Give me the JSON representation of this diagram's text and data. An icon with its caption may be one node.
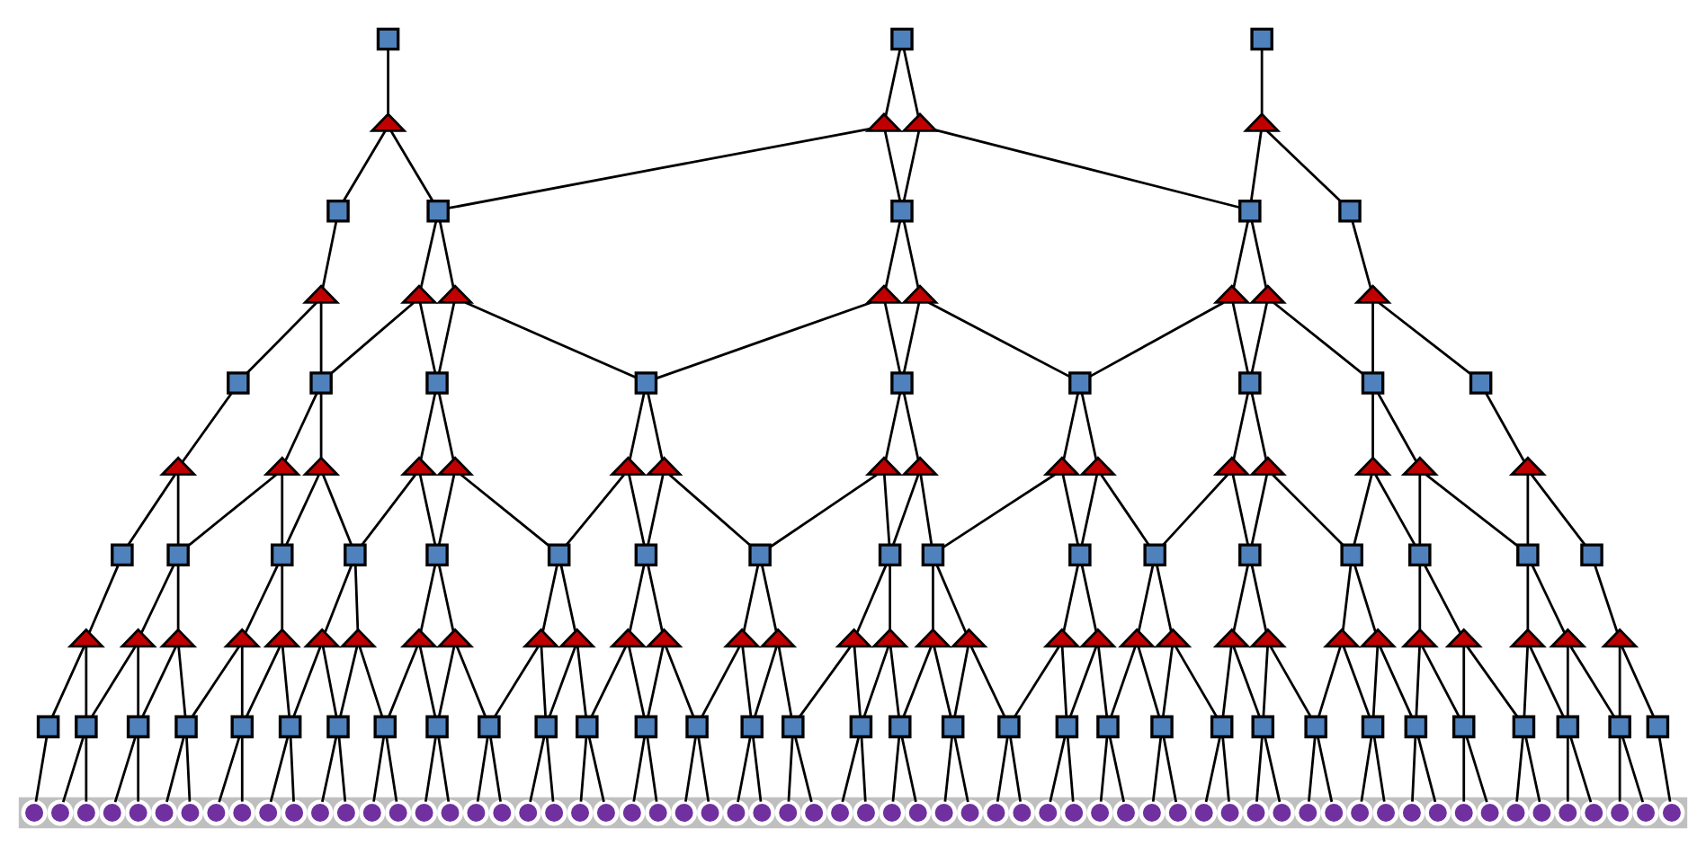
{
  "diagram": {
    "nodes": [
      {
        "text": [],
        "shape": "box"
      },
      {
        "text": [],
        "shape": "box"
      },
      {
        "text": [],
        "shape": "box"
      },
      {
        "text": [],
        "shape": "triangle"
      },
      {
        "text": [],
        "shape": "triangle"
      },
      {
        "text": [],
        "shape": "triangle"
      },
      {
        "text": [],
        "shape": "triangle"
      },
      {
        "text": [],
        "shape": "box"
      },
      {
        "text": [],
        "shape": "box"
      },
      {
        "text": [],
        "shape": "box"
      },
      {
        "text": [],
        "shape": "box"
      },
      {
        "text": [],
        "shape": "box"
      },
      {
        "text": [],
        "shape": "triangle"
      },
      {
        "text": [],
        "shape": "triangle"
      },
      {
        "text": [],
        "shape": "triangle"
      },
      {
        "text": [],
        "shape": "triangle"
      },
      {
        "text": [],
        "shape": "triangle"
      },
      {
        "text": [],
        "shape": "triangle"
      },
      {
        "text": [],
        "shape": "triangle"
      },
      {
        "text": [],
        "shape": "triangle"
      },
      {
        "text": [],
        "shape": "box"
      },
      {
        "text": [],
        "shape": "box"
      },
      {
        "text": [],
        "shape": "box"
      },
      {
        "text": [],
        "shape": "box"
      },
      {
        "text": [],
        "shape": "box"
      },
      {
        "text": [],
        "shape": "box"
      },
      {
        "text": [],
        "shape": "box"
      },
      {
        "text": [],
        "shape": "box"
      },
      {
        "text": [],
        "shape": "box"
      },
      {
        "text": [],
        "shape": "triangle"
      },
      {
        "text": [],
        "shape": "triangle"
      },
      {
        "text": [],
        "shape": "triangle"
      },
      {
        "text": [],
        "shape": "triangle"
      },
      {
        "text": [],
        "shape": "triangle"
      },
      {
        "text": [],
        "shape": "triangle"
      },
      {
        "text": [],
        "shape": "triangle"
      },
      {
        "text": [],
        "shape": "triangle"
      },
      {
        "text": [],
        "shape": "triangle"
      },
      {
        "text": [],
        "shape": "triangle"
      },
      {
        "text": [],
        "shape": "triangle"
      },
      {
        "text": [],
        "shape": "triangle"
      },
      {
        "text": [],
        "shape": "triangle"
      },
      {
        "text": [],
        "shape": "triangle"
      },
      {
        "text": [],
        "shape": "triangle"
      },
      {
        "text": [],
        "shape": "triangle"
      },
      {
        "text": [],
        "shape": "box"
      },
      {
        "text": [],
        "shape": "box"
      },
      {
        "text": [],
        "shape": "box"
      },
      {
        "text": [],
        "shape": "box"
      },
      {
        "text": [],
        "shape": "box"
      },
      {
        "text": [],
        "shape": "box"
      },
      {
        "text": [],
        "shape": "box"
      },
      {
        "text": [],
        "shape": "box"
      },
      {
        "text": [],
        "shape": "box"
      },
      {
        "text": [],
        "shape": "box"
      },
      {
        "text": [],
        "shape": "box"
      },
      {
        "text": [],
        "shape": "box"
      },
      {
        "text": [],
        "shape": "box"
      },
      {
        "text": [],
        "shape": "box"
      },
      {
        "text": [],
        "shape": "box"
      },
      {
        "text": [],
        "shape": "box"
      },
      {
        "text": [],
        "shape": "box"
      },
      {
        "text": [],
        "shape": "triangle"
      },
      {
        "text": [],
        "shape": "triangle"
      },
      {
        "text": [],
        "shape": "triangle"
      },
      {
        "text": [],
        "shape": "triangle"
      },
      {
        "text": [],
        "shape": "triangle"
      },
      {
        "text": [],
        "shape": "triangle"
      },
      {
        "text": [],
        "shape": "triangle"
      },
      {
        "text": [],
        "shape": "triangle"
      },
      {
        "text": [],
        "shape": "triangle"
      },
      {
        "text": [],
        "shape": "triangle"
      },
      {
        "text": [],
        "shape": "triangle"
      },
      {
        "text": [],
        "shape": "triangle"
      },
      {
        "text": [],
        "shape": "triangle"
      },
      {
        "text": [],
        "shape": "triangle"
      },
      {
        "text": [],
        "shape": "triangle"
      },
      {
        "text": [],
        "shape": "triangle"
      },
      {
        "text": [],
        "shape": "triangle"
      },
      {
        "text": [],
        "shape": "triangle"
      },
      {
        "text": [],
        "shape": "triangle"
      },
      {
        "text": [],
        "shape": "triangle"
      },
      {
        "text": [],
        "shape": "triangle"
      },
      {
        "text": [],
        "shape": "triangle"
      },
      {
        "text": [],
        "shape": "triangle"
      },
      {
        "text": [],
        "shape": "triangle"
      },
      {
        "text": [],
        "shape": "triangle"
      },
      {
        "text": [],
        "shape": "triangle"
      },
      {
        "text": [],
        "shape": "triangle"
      },
      {
        "text": [],
        "shape": "triangle"
      },
      {
        "text": [],
        "shape": "triangle"
      },
      {
        "text": [],
        "shape": "triangle"
      },
      {
        "text": [],
        "shape": "triangle"
      },
      {
        "text": [],
        "shape": "triangle"
      },
      {
        "text": [],
        "shape": "box"
      },
      {
        "text": [],
        "shape": "box"
      },
      {
        "text": [],
        "shape": "box"
      },
      {
        "text": [],
        "shape": "box"
      },
      {
        "text": [],
        "shape": "box"
      },
      {
        "text": [],
        "shape": "box"
      },
      {
        "text": [],
        "shape": "box"
      },
      {
        "text": [],
        "shape": "box"
      },
      {
        "text": [],
        "shape": "box"
      },
      {
        "text": [],
        "shape": "box"
      },
      {
        "text": [],
        "shape": "box"
      },
      {
        "text": [],
        "shape": "box"
      },
      {
        "text": [],
        "shape": "box"
      },
      {
        "text": [],
        "shape": "box"
      },
      {
        "text": [],
        "shape": "box"
      },
      {
        "text": [],
        "shape": "box"
      },
      {
        "text": [],
        "shape": "box"
      },
      {
        "text": [],
        "shape": "box"
      },
      {
        "text": [],
        "shape": "box"
      },
      {
        "text": [],
        "shape": "box"
      },
      {
        "text": [],
        "shape": "box"
      },
      {
        "text": [],
        "shape": "box"
      },
      {
        "text": [],
        "shape": "box"
      },
      {
        "text": [],
        "shape": "box"
      },
      {
        "text": [],
        "shape": "box"
      },
      {
        "text": [],
        "shape": "box"
      },
      {
        "text": [],
        "shape": "box"
      },
      {
        "text": [],
        "shape": "box"
      },
      {
        "text": [],
        "shape": "box"
      },
      {
        "text": [],
        "shape": "box"
      },
      {
        "text": [],
        "shape": "box"
      },
      {
        "text": [],
        "shape": "box"
      },
      {
        "text": [],
        "shape": "box"
      },
      {
        "text": [],
        "shape": "bar"
      },
      {
        "text": [],
        "shape": "circle",
        "in": 127
      },
      {
        "text": [],
        "shape": "circle",
        "in": 127
      },
      {
        "text": [],
        "shape": "circle",
        "in": 127
      },
      {
        "text": [],
        "shape": "circle",
        "in": 127
      },
      {
        "text": [],
        "shape": "circle",
        "in": 127
      },
      {
        "text": [],
        "shape": "circle",
        "in": 127
      },
      {
        "text": [],
        "shape": "circle",
        "in": 127
      },
      {
        "text": [],
        "shape": "circle",
        "in": 127
      },
      {
        "text": [],
        "shape": "circle",
        "in": 127
      },
      {
        "text": [],
        "shape": "circle",
        "in": 127
      },
      {
        "text": [],
        "shape": "circle",
        "in": 127
      },
      {
        "text": [],
        "shape": "circle",
        "in": 127
      },
      {
        "text": [],
        "shape": "circle",
        "in": 127
      },
      {
        "text": [],
        "shape": "circle",
        "in": 127
      },
      {
        "text": [],
        "shape": "circle",
        "in": 127
      },
      {
        "text": [],
        "shape": "circle",
        "in": 127
      },
      {
        "text": [],
        "shape": "circle",
        "in": 127
      },
      {
        "text": [],
        "shape": "circle",
        "in": 127
      },
      {
        "text": [],
        "shape": "circle",
        "in": 127
      },
      {
        "text": [],
        "shape": "circle",
        "in": 127
      },
      {
        "text": [],
        "shape": "circle",
        "in": 127
      },
      {
        "text": [],
        "shape": "circle",
        "in": 127
      },
      {
        "text": [],
        "shape": "circle",
        "in": 127
      },
      {
        "text": [],
        "shape": "circle",
        "in": 127
      },
      {
        "text": [],
        "shape": "circle",
        "in": 127
      },
      {
        "text": [],
        "shape": "circle",
        "in": 127
      },
      {
        "text": [],
        "shape": "circle",
        "in": 127
      },
      {
        "text": [],
        "shape": "circle",
        "in": 127
      },
      {
        "text": [],
        "shape": "circle",
        "in": 127
      },
      {
        "text": [],
        "shape": "circle",
        "in": 127
      },
      {
        "text": [],
        "shape": "circle",
        "in": 127
      },
      {
        "text": [],
        "shape": "circle",
        "in": 127
      },
      {
        "text": [],
        "shape": "circle",
        "in": 127
      },
      {
        "text": [],
        "shape": "circle",
        "in": 127
      },
      {
        "text": [],
        "shape": "circle",
        "in": 127
      },
      {
        "text": [],
        "shape": "circle",
        "in": 127
      },
      {
        "text": [],
        "shape": "circle",
        "in": 127
      },
      {
        "text": [],
        "shape": "circle",
        "in": 127
      },
      {
        "text": [],
        "shape": "circle",
        "in": 127
      },
      {
        "text": [],
        "shape": "circle",
        "in": 127
      },
      {
        "text": [],
        "shape": "circle",
        "in": 127
      },
      {
        "text": [],
        "shape": "circle",
        "in": 127
      },
      {
        "text": [],
        "shape": "circle",
        "in": 127
      },
      {
        "text": [],
        "shape": "circle",
        "in": 127
      },
      {
        "text": [],
        "shape": "circle",
        "in": 127
      },
      {
        "text": [],
        "shape": "circle",
        "in": 127
      },
      {
        "text": [],
        "shape": "circle",
        "in": 127
      },
      {
        "text": [],
        "shape": "circle",
        "in": 127
      },
      {
        "text": [],
        "shape": "circle",
        "in": 127
      },
      {
        "text": [],
        "shape": "circle",
        "in": 127
      },
      {
        "text": [],
        "shape": "circle",
        "in": 127
      },
      {
        "text": [],
        "shape": "circle",
        "in": 127
      },
      {
        "text": [],
        "shape": "circle",
        "in": 127
      },
      {
        "text": [],
        "shape": "circle",
        "in": 127
      },
      {
        "text": [],
        "shape": "circle",
        "in": 127
      },
      {
        "text": [],
        "shape": "circle",
        "in": 127
      },
      {
        "text": [],
        "shape": "circle",
        "in": 127
      },
      {
        "text": [],
        "shape": "circle",
        "in": 127
      },
      {
        "text": [],
        "shape": "circle",
        "in": 127
      },
      {
        "text": [],
        "shape": "circle",
        "in": 127
      },
      {
        "text": [],
        "shape": "circle",
        "in": 127
      },
      {
        "text": [],
        "shape": "circle",
        "in": 127
      },
      {
        "text": [],
        "shape": "circle",
        "in": 127
      },
      {
        "text": [],
        "shape": "circle",
        "in": 127
      }
    ],
    "edges": [
      {
        "from": 0,
        "to": 3,
        "arrow": "none"
      },
      {
        "from": 3,
        "to": 7,
        "arrow": "none"
      },
      {
        "from": 3,
        "to": 8,
        "arrow": "none"
      },
      {
        "from": 1,
        "to": 4,
        "arrow": "none"
      },
      {
        "from": 4,
        "to": 8,
        "arrow": "none"
      },
      {
        "from": 4,
        "to": 9,
        "arrow": "none"
      },
      {
        "from": 1,
        "to": 5,
        "arrow": "none"
      },
      {
        "from": 5,
        "to": 9,
        "arrow": "none"
      },
      {
        "from": 5,
        "to": 10,
        "arrow": "none"
      },
      {
        "from": 2,
        "to": 6,
        "arrow": "none"
      },
      {
        "from": 6,
        "to": 10,
        "arrow": "none"
      },
      {
        "from": 6,
        "to": 11,
        "arrow": "none"
      },
      {
        "from": 7,
        "to": 12,
        "arrow": "none"
      },
      {
        "from": 12,
        "to": 20,
        "arrow": "none"
      },
      {
        "from": 12,
        "to": 21,
        "arrow": "none"
      },
      {
        "from": 8,
        "to": 13,
        "arrow": "none"
      },
      {
        "from": 13,
        "to": 21,
        "arrow": "none"
      },
      {
        "from": 13,
        "to": 22,
        "arrow": "none"
      },
      {
        "from": 8,
        "to": 14,
        "arrow": "none"
      },
      {
        "from": 14,
        "to": 22,
        "arrow": "none"
      },
      {
        "from": 14,
        "to": 23,
        "arrow": "none"
      },
      {
        "from": 9,
        "to": 15,
        "arrow": "none"
      },
      {
        "from": 15,
        "to": 23,
        "arrow": "none"
      },
      {
        "from": 15,
        "to": 24,
        "arrow": "none"
      },
      {
        "from": 9,
        "to": 16,
        "arrow": "none"
      },
      {
        "from": 16,
        "to": 24,
        "arrow": "none"
      },
      {
        "from": 16,
        "to": 25,
        "arrow": "none"
      },
      {
        "from": 10,
        "to": 17,
        "arrow": "none"
      },
      {
        "from": 17,
        "to": 25,
        "arrow": "none"
      },
      {
        "from": 17,
        "to": 26,
        "arrow": "none"
      },
      {
        "from": 10,
        "to": 18,
        "arrow": "none"
      },
      {
        "from": 18,
        "to": 26,
        "arrow": "none"
      },
      {
        "from": 18,
        "to": 27,
        "arrow": "none"
      },
      {
        "from": 11,
        "to": 19,
        "arrow": "none"
      },
      {
        "from": 19,
        "to": 27,
        "arrow": "none"
      },
      {
        "from": 19,
        "to": 28,
        "arrow": "none"
      },
      {
        "from": 20,
        "to": 29,
        "arrow": "none"
      },
      {
        "from": 29,
        "to": 45,
        "arrow": "none"
      },
      {
        "from": 29,
        "to": 46,
        "arrow": "none"
      },
      {
        "from": 21,
        "to": 30,
        "arrow": "none"
      },
      {
        "from": 30,
        "to": 46,
        "arrow": "none"
      },
      {
        "from": 30,
        "to": 47,
        "arrow": "none"
      },
      {
        "from": 21,
        "to": 31,
        "arrow": "none"
      },
      {
        "from": 31,
        "to": 47,
        "arrow": "none"
      },
      {
        "from": 31,
        "to": 48,
        "arrow": "none"
      },
      {
        "from": 22,
        "to": 32,
        "arrow": "none"
      },
      {
        "from": 32,
        "to": 48,
        "arrow": "none"
      },
      {
        "from": 32,
        "to": 49,
        "arrow": "none"
      },
      {
        "from": 22,
        "to": 33,
        "arrow": "none"
      },
      {
        "from": 33,
        "to": 49,
        "arrow": "none"
      },
      {
        "from": 33,
        "to": 50,
        "arrow": "none"
      },
      {
        "from": 23,
        "to": 34,
        "arrow": "none"
      },
      {
        "from": 34,
        "to": 50,
        "arrow": "none"
      },
      {
        "from": 34,
        "to": 51,
        "arrow": "none"
      },
      {
        "from": 23,
        "to": 35,
        "arrow": "none"
      },
      {
        "from": 35,
        "to": 51,
        "arrow": "none"
      },
      {
        "from": 35,
        "to": 52,
        "arrow": "none"
      },
      {
        "from": 24,
        "to": 36,
        "arrow": "none"
      },
      {
        "from": 36,
        "to": 52,
        "arrow": "none"
      },
      {
        "from": 36,
        "to": 53,
        "arrow": "none"
      },
      {
        "from": 24,
        "to": 37,
        "arrow": "none"
      },
      {
        "from": 37,
        "to": 53,
        "arrow": "none"
      },
      {
        "from": 37,
        "to": 54,
        "arrow": "none"
      },
      {
        "from": 25,
        "to": 38,
        "arrow": "none"
      },
      {
        "from": 38,
        "to": 54,
        "arrow": "none"
      },
      {
        "from": 38,
        "to": 55,
        "arrow": "none"
      },
      {
        "from": 25,
        "to": 39,
        "arrow": "none"
      },
      {
        "from": 39,
        "to": 55,
        "arrow": "none"
      },
      {
        "from": 39,
        "to": 56,
        "arrow": "none"
      },
      {
        "from": 26,
        "to": 40,
        "arrow": "none"
      },
      {
        "from": 40,
        "to": 56,
        "arrow": "none"
      },
      {
        "from": 40,
        "to": 57,
        "arrow": "none"
      },
      {
        "from": 26,
        "to": 41,
        "arrow": "none"
      },
      {
        "from": 41,
        "to": 57,
        "arrow": "none"
      },
      {
        "from": 41,
        "to": 58,
        "arrow": "none"
      },
      {
        "from": 27,
        "to": 42,
        "arrow": "none"
      },
      {
        "from": 42,
        "to": 58,
        "arrow": "none"
      },
      {
        "from": 42,
        "to": 59,
        "arrow": "none"
      },
      {
        "from": 27,
        "to": 43,
        "arrow": "none"
      },
      {
        "from": 43,
        "to": 59,
        "arrow": "none"
      },
      {
        "from": 43,
        "to": 60,
        "arrow": "none"
      },
      {
        "from": 28,
        "to": 44,
        "arrow": "none"
      },
      {
        "from": 44,
        "to": 60,
        "arrow": "none"
      },
      {
        "from": 44,
        "to": 61,
        "arrow": "none"
      },
      {
        "from": 45,
        "to": 62,
        "arrow": "none"
      },
      {
        "from": 62,
        "to": 94,
        "arrow": "none"
      },
      {
        "from": 62,
        "to": 95,
        "arrow": "none"
      },
      {
        "from": 46,
        "to": 63,
        "arrow": "none"
      },
      {
        "from": 63,
        "to": 95,
        "arrow": "none"
      },
      {
        "from": 63,
        "to": 96,
        "arrow": "none"
      },
      {
        "from": 46,
        "to": 64,
        "arrow": "none"
      },
      {
        "from": 64,
        "to": 96,
        "arrow": "none"
      },
      {
        "from": 64,
        "to": 97,
        "arrow": "none"
      },
      {
        "from": 47,
        "to": 65,
        "arrow": "none"
      },
      {
        "from": 65,
        "to": 97,
        "arrow": "none"
      },
      {
        "from": 65,
        "to": 98,
        "arrow": "none"
      },
      {
        "from": 47,
        "to": 66,
        "arrow": "none"
      },
      {
        "from": 66,
        "to": 98,
        "arrow": "none"
      },
      {
        "from": 66,
        "to": 99,
        "arrow": "none"
      },
      {
        "from": 48,
        "to": 67,
        "arrow": "none"
      },
      {
        "from": 67,
        "to": 99,
        "arrow": "none"
      },
      {
        "from": 67,
        "to": 100,
        "arrow": "none"
      },
      {
        "from": 48,
        "to": 68,
        "arrow": "none"
      },
      {
        "from": 68,
        "to": 100,
        "arrow": "none"
      },
      {
        "from": 68,
        "to": 101,
        "arrow": "none"
      },
      {
        "from": 49,
        "to": 69,
        "arrow": "none"
      },
      {
        "from": 69,
        "to": 101,
        "arrow": "none"
      },
      {
        "from": 69,
        "to": 102,
        "arrow": "none"
      },
      {
        "from": 49,
        "to": 70,
        "arrow": "none"
      },
      {
        "from": 70,
        "to": 102,
        "arrow": "none"
      },
      {
        "from": 70,
        "to": 103,
        "arrow": "none"
      },
      {
        "from": 50,
        "to": 71,
        "arrow": "none"
      },
      {
        "from": 71,
        "to": 103,
        "arrow": "none"
      },
      {
        "from": 71,
        "to": 104,
        "arrow": "none"
      },
      {
        "from": 50,
        "to": 72,
        "arrow": "none"
      },
      {
        "from": 72,
        "to": 104,
        "arrow": "none"
      },
      {
        "from": 72,
        "to": 105,
        "arrow": "none"
      },
      {
        "from": 51,
        "to": 73,
        "arrow": "none"
      },
      {
        "from": 73,
        "to": 105,
        "arrow": "none"
      },
      {
        "from": 73,
        "to": 106,
        "arrow": "none"
      },
      {
        "from": 51,
        "to": 74,
        "arrow": "none"
      },
      {
        "from": 74,
        "to": 106,
        "arrow": "none"
      },
      {
        "from": 74,
        "to": 107,
        "arrow": "none"
      },
      {
        "from": 52,
        "to": 75,
        "arrow": "none"
      },
      {
        "from": 75,
        "to": 107,
        "arrow": "none"
      },
      {
        "from": 75,
        "to": 108,
        "arrow": "none"
      },
      {
        "from": 52,
        "to": 76,
        "arrow": "none"
      },
      {
        "from": 76,
        "to": 108,
        "arrow": "none"
      },
      {
        "from": 76,
        "to": 109,
        "arrow": "none"
      },
      {
        "from": 53,
        "to": 77,
        "arrow": "none"
      },
      {
        "from": 77,
        "to": 109,
        "arrow": "none"
      },
      {
        "from": 77,
        "to": 110,
        "arrow": "none"
      },
      {
        "from": 53,
        "to": 78,
        "arrow": "none"
      },
      {
        "from": 78,
        "to": 110,
        "arrow": "none"
      },
      {
        "from": 78,
        "to": 111,
        "arrow": "none"
      },
      {
        "from": 54,
        "to": 79,
        "arrow": "none"
      },
      {
        "from": 79,
        "to": 111,
        "arrow": "none"
      },
      {
        "from": 79,
        "to": 112,
        "arrow": "none"
      },
      {
        "from": 54,
        "to": 80,
        "arrow": "none"
      },
      {
        "from": 80,
        "to": 112,
        "arrow": "none"
      },
      {
        "from": 80,
        "to": 113,
        "arrow": "none"
      },
      {
        "from": 55,
        "to": 81,
        "arrow": "none"
      },
      {
        "from": 81,
        "to": 113,
        "arrow": "none"
      },
      {
        "from": 81,
        "to": 114,
        "arrow": "none"
      },
      {
        "from": 55,
        "to": 82,
        "arrow": "none"
      },
      {
        "from": 82,
        "to": 114,
        "arrow": "none"
      },
      {
        "from": 82,
        "to": 115,
        "arrow": "none"
      },
      {
        "from": 56,
        "to": 83,
        "arrow": "none"
      },
      {
        "from": 83,
        "to": 115,
        "arrow": "none"
      },
      {
        "from": 83,
        "to": 116,
        "arrow": "none"
      },
      {
        "from": 56,
        "to": 84,
        "arrow": "none"
      },
      {
        "from": 84,
        "to": 116,
        "arrow": "none"
      },
      {
        "from": 84,
        "to": 117,
        "arrow": "none"
      },
      {
        "from": 57,
        "to": 85,
        "arrow": "none"
      },
      {
        "from": 85,
        "to": 117,
        "arrow": "none"
      },
      {
        "from": 85,
        "to": 118,
        "arrow": "none"
      },
      {
        "from": 57,
        "to": 86,
        "arrow": "none"
      },
      {
        "from": 86,
        "to": 118,
        "arrow": "none"
      },
      {
        "from": 86,
        "to": 119,
        "arrow": "none"
      },
      {
        "from": 58,
        "to": 87,
        "arrow": "none"
      },
      {
        "from": 87,
        "to": 119,
        "arrow": "none"
      },
      {
        "from": 87,
        "to": 120,
        "arrow": "none"
      },
      {
        "from": 58,
        "to": 88,
        "arrow": "none"
      },
      {
        "from": 88,
        "to": 120,
        "arrow": "none"
      },
      {
        "from": 88,
        "to": 121,
        "arrow": "none"
      },
      {
        "from": 59,
        "to": 89,
        "arrow": "none"
      },
      {
        "from": 89,
        "to": 121,
        "arrow": "none"
      },
      {
        "from": 89,
        "to": 122,
        "arrow": "none"
      },
      {
        "from": 59,
        "to": 90,
        "arrow": "none"
      },
      {
        "from": 90,
        "to": 122,
        "arrow": "none"
      },
      {
        "from": 90,
        "to": 123,
        "arrow": "none"
      },
      {
        "from": 60,
        "to": 91,
        "arrow": "none"
      },
      {
        "from": 91,
        "to": 123,
        "arrow": "none"
      },
      {
        "from": 91,
        "to": 124,
        "arrow": "none"
      },
      {
        "from": 60,
        "to": 92,
        "arrow": "none"
      },
      {
        "from": 92,
        "to": 124,
        "arrow": "none"
      },
      {
        "from": 92,
        "to": 125,
        "arrow": "none"
      },
      {
        "from": 61,
        "to": 93,
        "arrow": "none"
      },
      {
        "from": 93,
        "to": 125,
        "arrow": "none"
      },
      {
        "from": 93,
        "to": 126,
        "arrow": "none"
      },
      {
        "from": 94,
        "to": 128,
        "arrow": "none"
      },
      {
        "from": 95,
        "to": 129,
        "arrow": "none"
      },
      {
        "from": 95,
        "to": 130,
        "arrow": "none"
      },
      {
        "from": 96,
        "to": 131,
        "arrow": "none"
      },
      {
        "from": 96,
        "to": 132,
        "arrow": "none"
      },
      {
        "from": 97,
        "to": 133,
        "arrow": "none"
      },
      {
        "from": 97,
        "to": 134,
        "arrow": "none"
      },
      {
        "from": 98,
        "to": 135,
        "arrow": "none"
      },
      {
        "from": 98,
        "to": 136,
        "arrow": "none"
      },
      {
        "from": 99,
        "to": 137,
        "arrow": "none"
      },
      {
        "from": 99,
        "to": 138,
        "arrow": "none"
      },
      {
        "from": 100,
        "to": 139,
        "arrow": "none"
      },
      {
        "from": 100,
        "to": 140,
        "arrow": "none"
      },
      {
        "from": 101,
        "to": 141,
        "arrow": "none"
      },
      {
        "from": 101,
        "to": 142,
        "arrow": "none"
      },
      {
        "from": 102,
        "to": 143,
        "arrow": "none"
      },
      {
        "from": 102,
        "to": 144,
        "arrow": "none"
      },
      {
        "from": 103,
        "to": 145,
        "arrow": "none"
      },
      {
        "from": 103,
        "to": 146,
        "arrow": "none"
      },
      {
        "from": 104,
        "to": 147,
        "arrow": "none"
      },
      {
        "from": 104,
        "to": 148,
        "arrow": "none"
      },
      {
        "from": 105,
        "to": 149,
        "arrow": "none"
      },
      {
        "from": 105,
        "to": 150,
        "arrow": "none"
      },
      {
        "from": 106,
        "to": 151,
        "arrow": "none"
      },
      {
        "from": 106,
        "to": 152,
        "arrow": "none"
      },
      {
        "from": 107,
        "to": 153,
        "arrow": "none"
      },
      {
        "from": 107,
        "to": 154,
        "arrow": "none"
      },
      {
        "from": 108,
        "to": 155,
        "arrow": "none"
      },
      {
        "from": 108,
        "to": 156,
        "arrow": "none"
      },
      {
        "from": 109,
        "to": 157,
        "arrow": "none"
      },
      {
        "from": 109,
        "to": 158,
        "arrow": "none"
      },
      {
        "from": 110,
        "to": 159,
        "arrow": "none"
      },
      {
        "from": 110,
        "to": 160,
        "arrow": "none"
      },
      {
        "from": 111,
        "to": 161,
        "arrow": "none"
      },
      {
        "from": 111,
        "to": 162,
        "arrow": "none"
      },
      {
        "from": 112,
        "to": 163,
        "arrow": "none"
      },
      {
        "from": 112,
        "to": 164,
        "arrow": "none"
      },
      {
        "from": 113,
        "to": 165,
        "arrow": "none"
      },
      {
        "from": 113,
        "to": 166,
        "arrow": "none"
      },
      {
        "from": 114,
        "to": 167,
        "arrow": "none"
      },
      {
        "from": 114,
        "to": 168,
        "arrow": "none"
      },
      {
        "from": 115,
        "to": 169,
        "arrow": "none"
      },
      {
        "from": 115,
        "to": 170,
        "arrow": "none"
      },
      {
        "from": 116,
        "to": 171,
        "arrow": "none"
      },
      {
        "from": 116,
        "to": 172,
        "arrow": "none"
      },
      {
        "from": 117,
        "to": 173,
        "arrow": "none"
      },
      {
        "from": 117,
        "to": 174,
        "arrow": "none"
      },
      {
        "from": 118,
        "to": 175,
        "arrow": "none"
      },
      {
        "from": 118,
        "to": 176,
        "arrow": "none"
      },
      {
        "from": 119,
        "to": 177,
        "arrow": "none"
      },
      {
        "from": 119,
        "to": 178,
        "arrow": "none"
      },
      {
        "from": 120,
        "to": 179,
        "arrow": "none"
      },
      {
        "from": 120,
        "to": 180,
        "arrow": "none"
      },
      {
        "from": 121,
        "to": 181,
        "arrow": "none"
      },
      {
        "from": 121,
        "to": 182,
        "arrow": "none"
      },
      {
        "from": 122,
        "to": 183,
        "arrow": "none"
      },
      {
        "from": 122,
        "to": 184,
        "arrow": "none"
      },
      {
        "from": 123,
        "to": 185,
        "arrow": "none"
      },
      {
        "from": 123,
        "to": 186,
        "arrow": "none"
      },
      {
        "from": 124,
        "to": 187,
        "arrow": "none"
      },
      {
        "from": 124,
        "to": 188,
        "arrow": "none"
      },
      {
        "from": 125,
        "to": 189,
        "arrow": "none"
      },
      {
        "from": 125,
        "to": 190,
        "arrow": "none"
      },
      {
        "from": 126,
        "to": 191,
        "arrow": "none"
      }
    ]
  }
}
